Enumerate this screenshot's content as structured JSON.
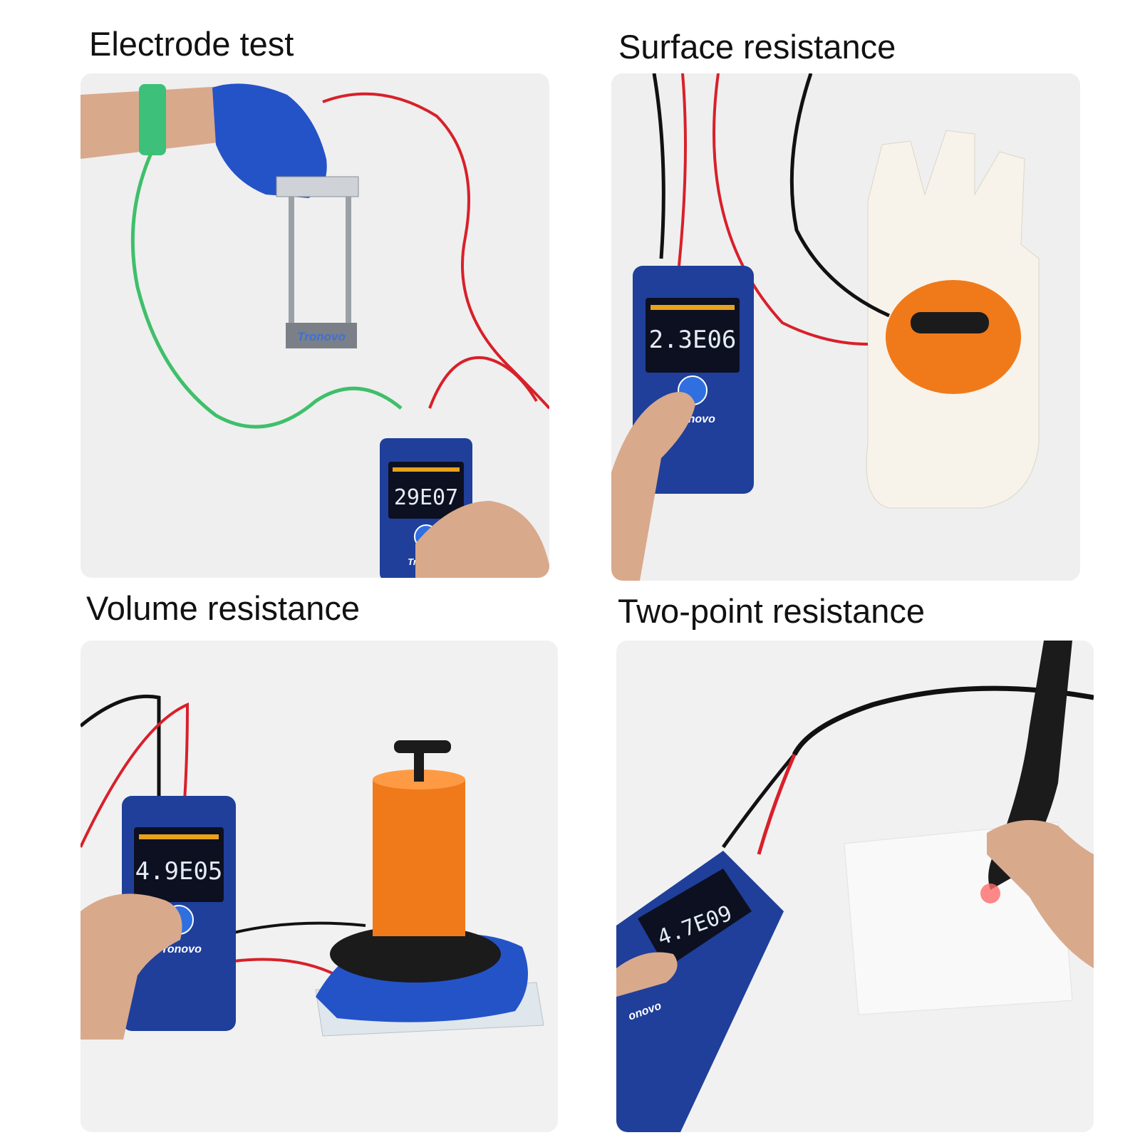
{
  "panels": [
    {
      "caption": "Electrode test",
      "display": "29E07",
      "brand": "Tronovo"
    },
    {
      "caption": "Surface resistance",
      "display": "2.3E06",
      "brand": "Tronovo"
    },
    {
      "caption": "Volume resistance",
      "display": "4.9E05",
      "brand": "Tronovo"
    },
    {
      "caption": "Two-point resistance",
      "display": "4.7E09",
      "brand": "onovo"
    }
  ],
  "colors": {
    "meter_blue": "#1f3f9a",
    "lead_red": "#d8202a",
    "lead_green": "#3fbf6a",
    "glove_blue": "#2453c8",
    "electrode_orange": "#f07a1a"
  }
}
